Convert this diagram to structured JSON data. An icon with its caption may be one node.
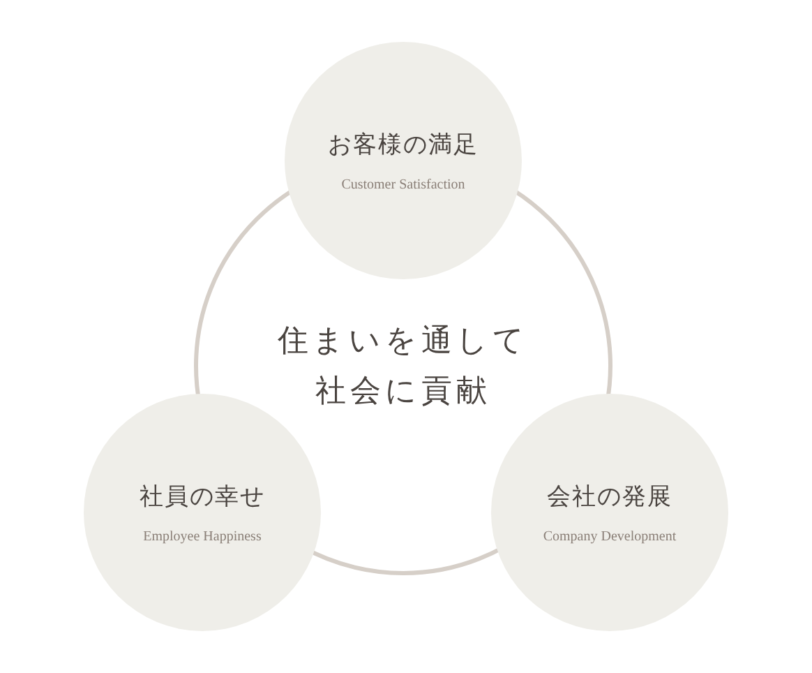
{
  "diagram": {
    "nodes": [
      {
        "text": [
          "住まいを通して社会に貢献"
        ]
      },
      {
        "text": [
          "お客様の満足",
          "Customer Satisfaction"
        ]
      },
      {
        "text": [
          "社員の幸せ",
          "Employee Happiness"
        ]
      },
      {
        "text": [
          "会社の発展",
          "Company Development"
        ]
      }
    ]
  }
}
